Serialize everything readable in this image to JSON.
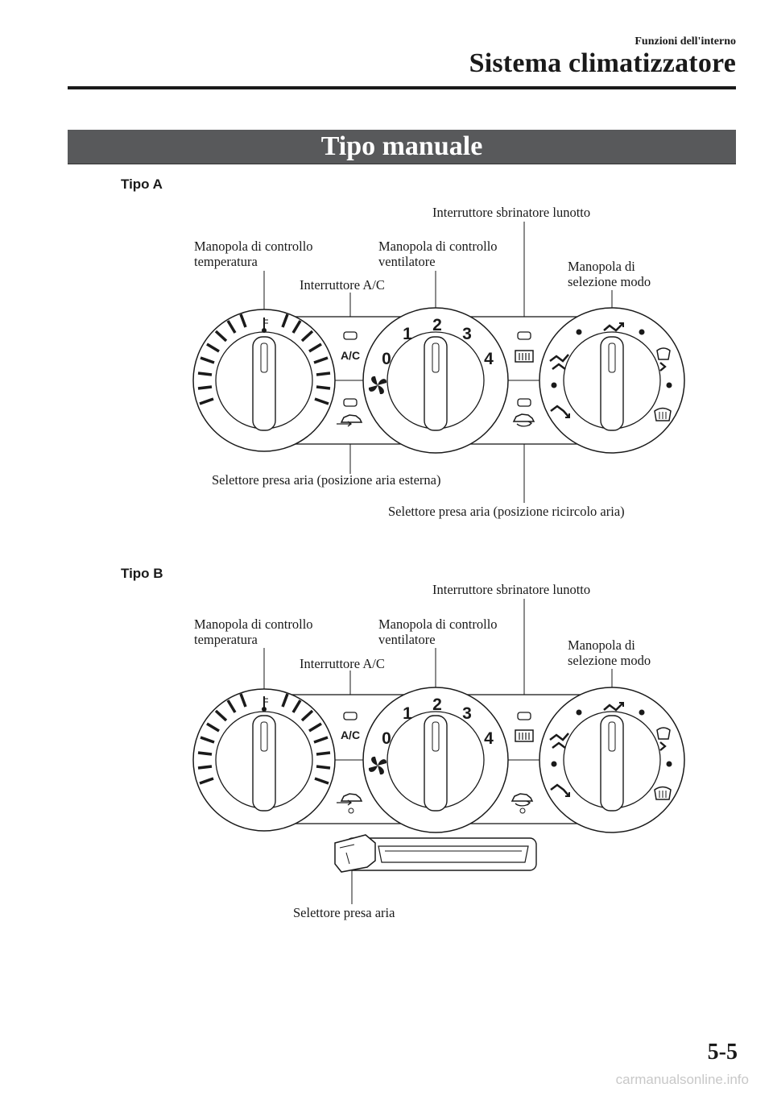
{
  "header": {
    "section": "Funzioni dell'interno",
    "chapter": "Sistema climatizzatore"
  },
  "banner": {
    "title": "Tipo manuale"
  },
  "type_a": {
    "heading": "Tipo A",
    "labels": {
      "rear_defroster_line": "Interruttore sbrinatore lunotto",
      "temp_knob_line1": "Manopola di controllo",
      "temp_knob_line2": "temperatura",
      "fan_knob_line1": "Manopola di controllo",
      "fan_knob_line2": "ventilatore",
      "mode_knob_line1": "Manopola di",
      "mode_knob_line2": "selezione modo",
      "ac_switch": "Interruttore A/C",
      "intake_fresh": "Selettore presa aria (posizione aria esterna)",
      "intake_recirc": "Selettore presa aria (posizione ricircolo aria)"
    }
  },
  "type_b": {
    "heading": "Tipo B",
    "labels": {
      "rear_defroster_line": "Interruttore sbrinatore lunotto",
      "temp_knob_line1": "Manopola di controllo",
      "temp_knob_line2": "temperatura",
      "fan_knob_line1": "Manopola di controllo",
      "fan_knob_line2": "ventilatore",
      "mode_knob_line1": "Manopola di",
      "mode_knob_line2": "selezione modo",
      "ac_switch": "Interruttore A/C",
      "intake_lever": "Selettore presa aria"
    }
  },
  "panel": {
    "ac_text": "A/C",
    "fan_speeds": [
      "0",
      "1",
      "2",
      "3",
      "4"
    ]
  },
  "footer": {
    "page_number": "5-5",
    "watermark": "carmanualsonline.info"
  }
}
